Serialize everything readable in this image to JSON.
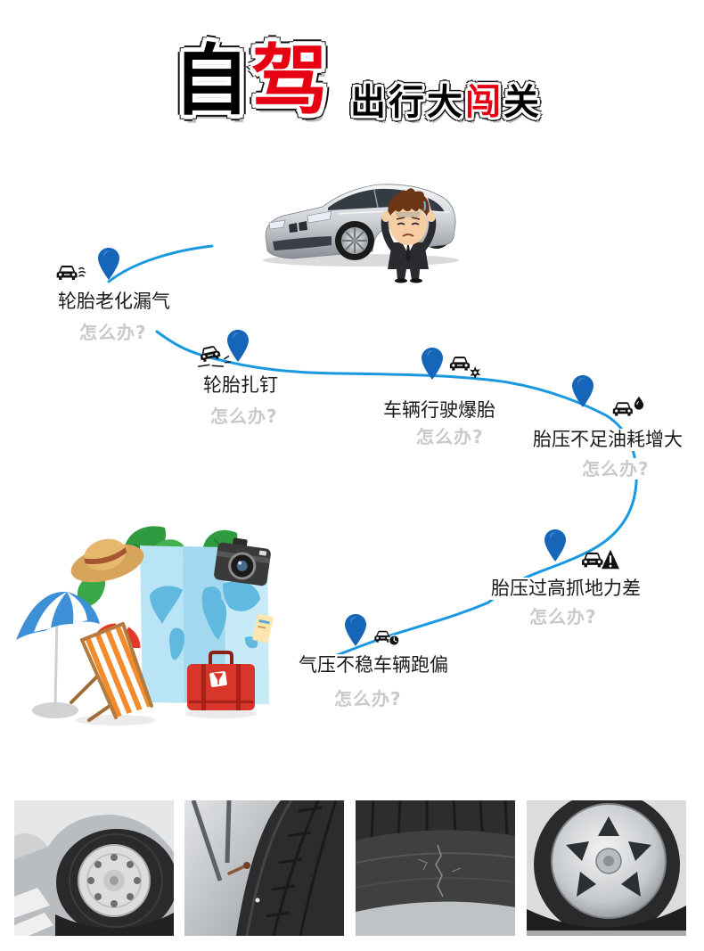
{
  "title": {
    "char1": "自",
    "char2": "驾",
    "sub_part1": "出行大",
    "sub_highlight": "闯",
    "sub_part2": "关"
  },
  "colors": {
    "route": "#1b99e0",
    "pin": "#1565b8",
    "highlight_red": "#e60012",
    "question_gray": "#c9c9c9",
    "label_text": "#1a1a1a"
  },
  "nodes": [
    {
      "label": "轮胎老化漏气",
      "question": "怎么办?",
      "icon": "car-air-leak-icon"
    },
    {
      "label": "轮胎扎钉",
      "question": "怎么办?",
      "icon": "car-nail-puncture-icon"
    },
    {
      "label": "车辆行驶爆胎",
      "question": "怎么办?",
      "icon": "car-tire-burst-icon"
    },
    {
      "label": "胎压不足油耗增大",
      "question": "怎么办?",
      "icon": "car-oil-drop-icon"
    },
    {
      "label": "胎压过高抓地力差",
      "question": "怎么办?",
      "icon": "car-warning-icon"
    },
    {
      "label": "气压不稳车辆跑偏",
      "question": "怎么办?",
      "icon": "car-clock-icon"
    }
  ],
  "icons": {
    "pin": "map-pin-icon",
    "hero": "silver-car-worried-driver-icon",
    "travel": "travel-map-beach-icon"
  },
  "photos": [
    {
      "icon": "flat-tire-photo-icon"
    },
    {
      "icon": "nail-in-tire-photo-icon"
    },
    {
      "icon": "cracked-sidewall-photo-icon"
    },
    {
      "icon": "flat-tire-hubcap-photo-icon"
    }
  ]
}
